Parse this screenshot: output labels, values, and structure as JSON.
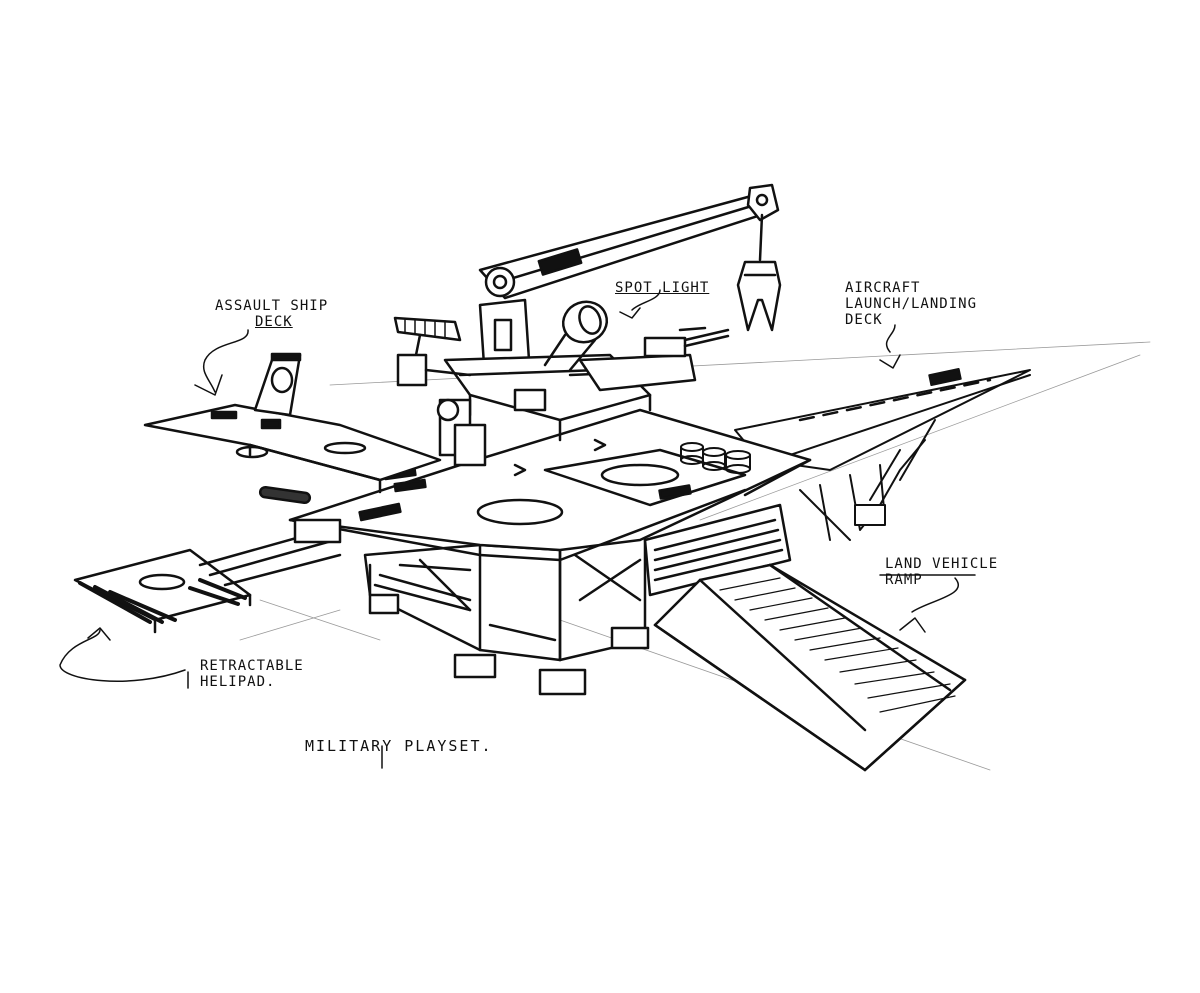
{
  "colors": {
    "ink": "#111111",
    "paper": "#ffffff",
    "shade": "#222222"
  },
  "labels": {
    "assault_ship_deck": {
      "line1": "ASSAULT SHIP",
      "line2": "DECK"
    },
    "spot_light": {
      "line1": "SPOT LIGHT"
    },
    "aircraft_deck": {
      "line1": "AIRCRAFT",
      "line2": "LAUNCH/LANDING",
      "line3": "DECK"
    },
    "land_vehicle_ramp": {
      "line1": "LAND VEHICLE",
      "line2": "RAMP"
    },
    "retractable_helipad": {
      "line1": "RETRACTABLE",
      "line2": "HELIPAD."
    },
    "title": "MILITARY PLAYSET."
  }
}
